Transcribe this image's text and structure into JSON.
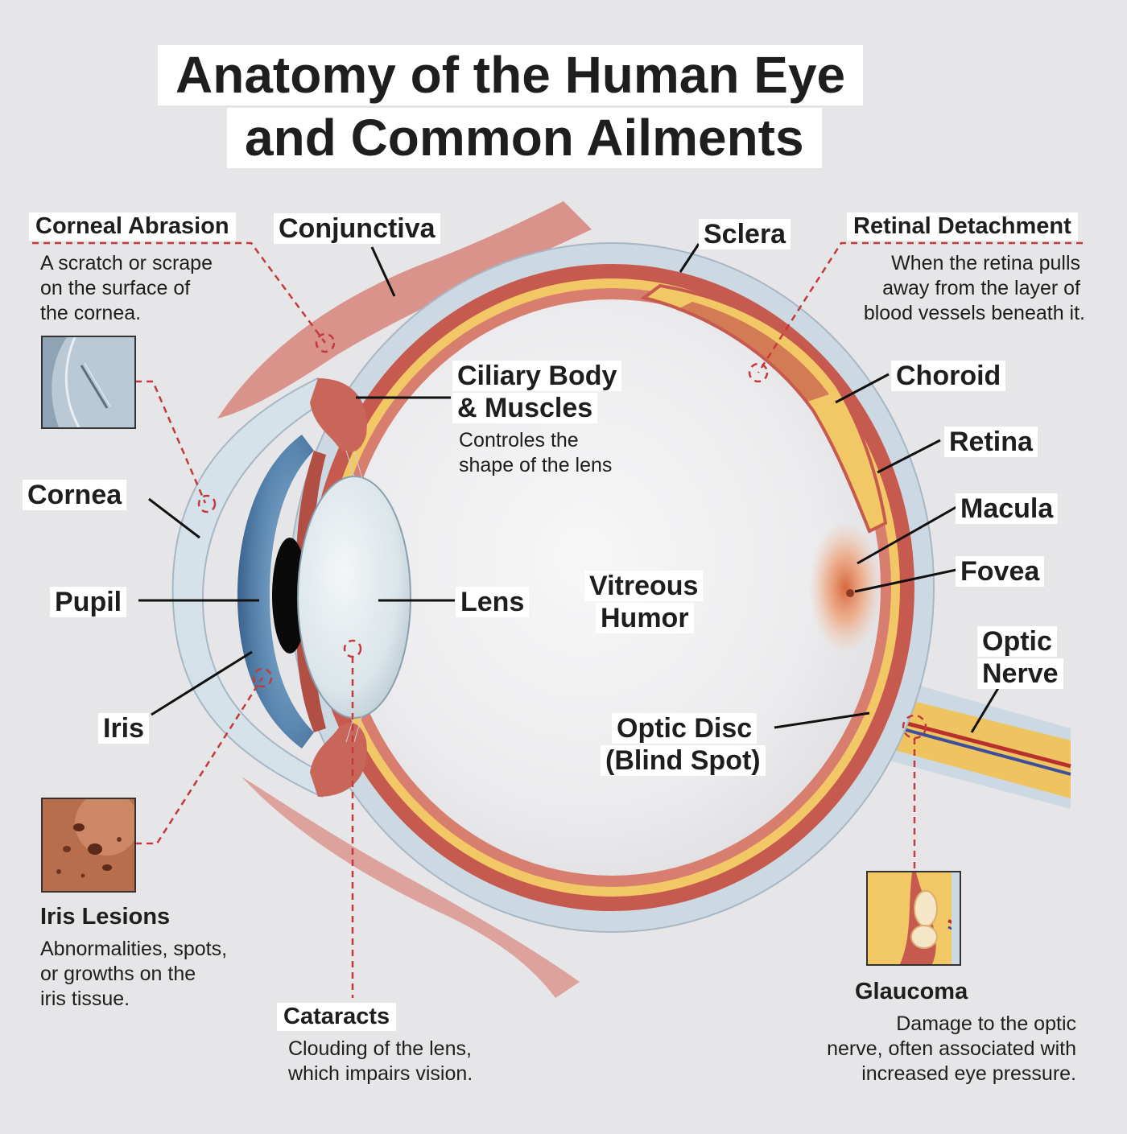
{
  "title": {
    "line1": "Anatomy of the Human Eye",
    "line2": "and Common Ailments"
  },
  "labels": {
    "conjunctiva": "Conjunctiva",
    "sclera": "Sclera",
    "ciliary_line1": "Ciliary Body",
    "ciliary_line2": "& Muscles",
    "ciliary_desc_line1": "Controles the",
    "ciliary_desc_line2": "shape of the lens",
    "choroid": "Choroid",
    "retina": "Retina",
    "macula": "Macula",
    "fovea": "Fovea",
    "optic_nerve_line1": "Optic",
    "optic_nerve_line2": "Nerve",
    "cornea": "Cornea",
    "pupil": "Pupil",
    "iris": "Iris",
    "lens": "Lens",
    "vitreous_line1": "Vitreous",
    "vitreous_line2": "Humor",
    "optic_disc_line1": "Optic Disc",
    "optic_disc_line2": "(Blind Spot)"
  },
  "ailments": {
    "corneal_abrasion": {
      "title": "Corneal Abrasion",
      "desc": [
        "A scratch or scrape",
        "on the surface of",
        "the cornea."
      ]
    },
    "retinal_detachment": {
      "title": "Retinal Detachment",
      "desc": [
        "When the retina pulls",
        "away from the layer of",
        "blood vessels beneath it."
      ]
    },
    "iris_lesions": {
      "title": "Iris Lesions",
      "desc": [
        "Abnormalities, spots,",
        "or growths on the",
        "iris tissue."
      ]
    },
    "cataracts": {
      "title": "Cataracts",
      "desc": [
        "Clouding of the lens,",
        "which impairs vision."
      ]
    },
    "glaucoma": {
      "title": "Glaucoma",
      "desc": [
        "Damage to the optic",
        "nerve, often associated with",
        "increased eye pressure."
      ]
    }
  },
  "colors": {
    "background": "#e6e6e8",
    "sclera": "#ccd9e3",
    "choroid": "#c65a4e",
    "retina": "#f2c867",
    "vitreous": "#eeeeef",
    "iris": "#5a87b0",
    "lens": "#d9e3e8",
    "callout": "#c43a3a"
  }
}
